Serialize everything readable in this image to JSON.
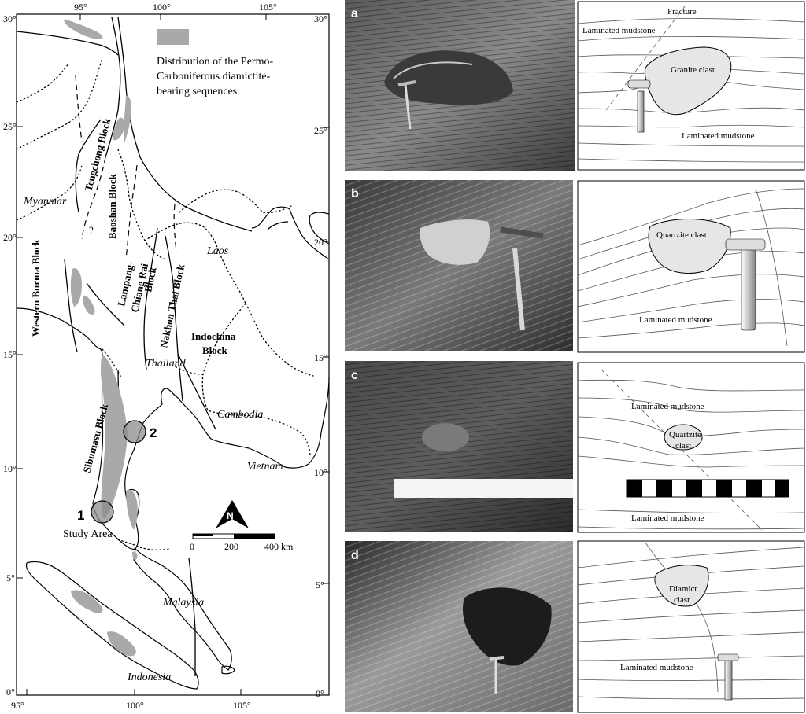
{
  "map": {
    "top_ticks": [
      "95°",
      "100°",
      "105°"
    ],
    "bottom_ticks": [
      "95°",
      "100°",
      "105°"
    ],
    "left_ticks": [
      "30°",
      "25°",
      "20°",
      "15°",
      "10°",
      "5°",
      "0°"
    ],
    "right_ticks": [
      "30°",
      "25°",
      "20°",
      "15°",
      "10°",
      "5°",
      "0°"
    ],
    "legend_line1": "Distribution of the Permo-",
    "legend_line2": "Carboniferous diamictite-",
    "legend_line3": "bearing sequences",
    "countries": {
      "myanmar": "Myanmar",
      "laos": "Laos",
      "thailand": "Thailand",
      "cambodia": "Cambodia",
      "vietnam": "Vietnam",
      "malaysia": "Malaysia",
      "indonesia": "Indonesia"
    },
    "blocks": {
      "tengchong": "Tengchong Block",
      "baoshan": "Baoshan Block",
      "western_burma": "Western Burma Block",
      "lampang_1": "Lampang-",
      "lampang_2": "Chiang Rai",
      "lampang_3": "Block",
      "nakhon_thai": "Nakhon Thai Block",
      "indochina_1": "Indochina",
      "indochina_2": "Block",
      "sibumasu": "Sibumasu Block"
    },
    "question_mark": "?",
    "north": "N",
    "scale": [
      "0",
      "200",
      "400 km"
    ],
    "site1": "1",
    "site2": "2",
    "study_area": "Study Area",
    "highlight_color": "#a9a9a9"
  },
  "panels": [
    {
      "letter": "a",
      "labels": [
        "Fracture",
        "Laminated mudstone",
        "Granite clast",
        "Laminated mudstone"
      ]
    },
    {
      "letter": "b",
      "labels": [
        "Quartzite clast",
        "Laminated mudstone"
      ]
    },
    {
      "letter": "c",
      "labels": [
        "Laminated mudstone",
        "Quartzite",
        "clast",
        "Laminated mudstone"
      ]
    },
    {
      "letter": "d",
      "labels": [
        "Diamict",
        "clast",
        "Laminated mudstone"
      ]
    }
  ]
}
